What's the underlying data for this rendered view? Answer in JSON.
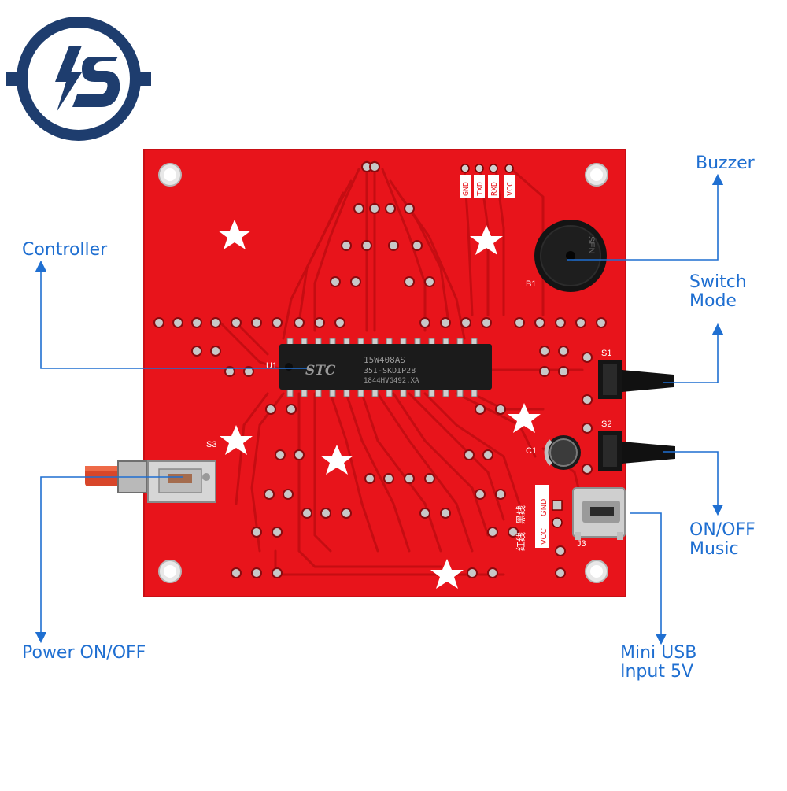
{
  "colors": {
    "accent": "#1f6fd1",
    "pcb": "#e8141b",
    "logo": "#1e3d6e"
  },
  "logo": {
    "text": "IS",
    "icon": "lightning-s-logo"
  },
  "silkscreen": {
    "chip_brand": "STC",
    "chip_line1": "15W408AS",
    "chip_line2": "35I-SKDIP28",
    "chip_line3": "1844HVG492.XA",
    "u1": "U1",
    "s1": "S1",
    "s2": "S2",
    "s3": "S3",
    "c1": "C1",
    "b1": "B1",
    "j3": "J3",
    "header_gnd": "GND",
    "header_txd": "TXD",
    "header_rxd": "RXD",
    "header_vcc": "VCC",
    "power_vcc": "VCC",
    "power_gnd": "GND",
    "red_wire": "红线",
    "black_wire": "黑线",
    "buzzer_mark": "SEN"
  },
  "callouts": {
    "buzzer": "Buzzer",
    "controller": "Controller",
    "switch_mode_1": "Switch",
    "switch_mode_2": "Mode",
    "onoff_music_1": "ON/OFF",
    "onoff_music_2": "Music",
    "power": "Power ON/OFF",
    "usb_1": "Mini USB",
    "usb_2": "Input 5V"
  }
}
